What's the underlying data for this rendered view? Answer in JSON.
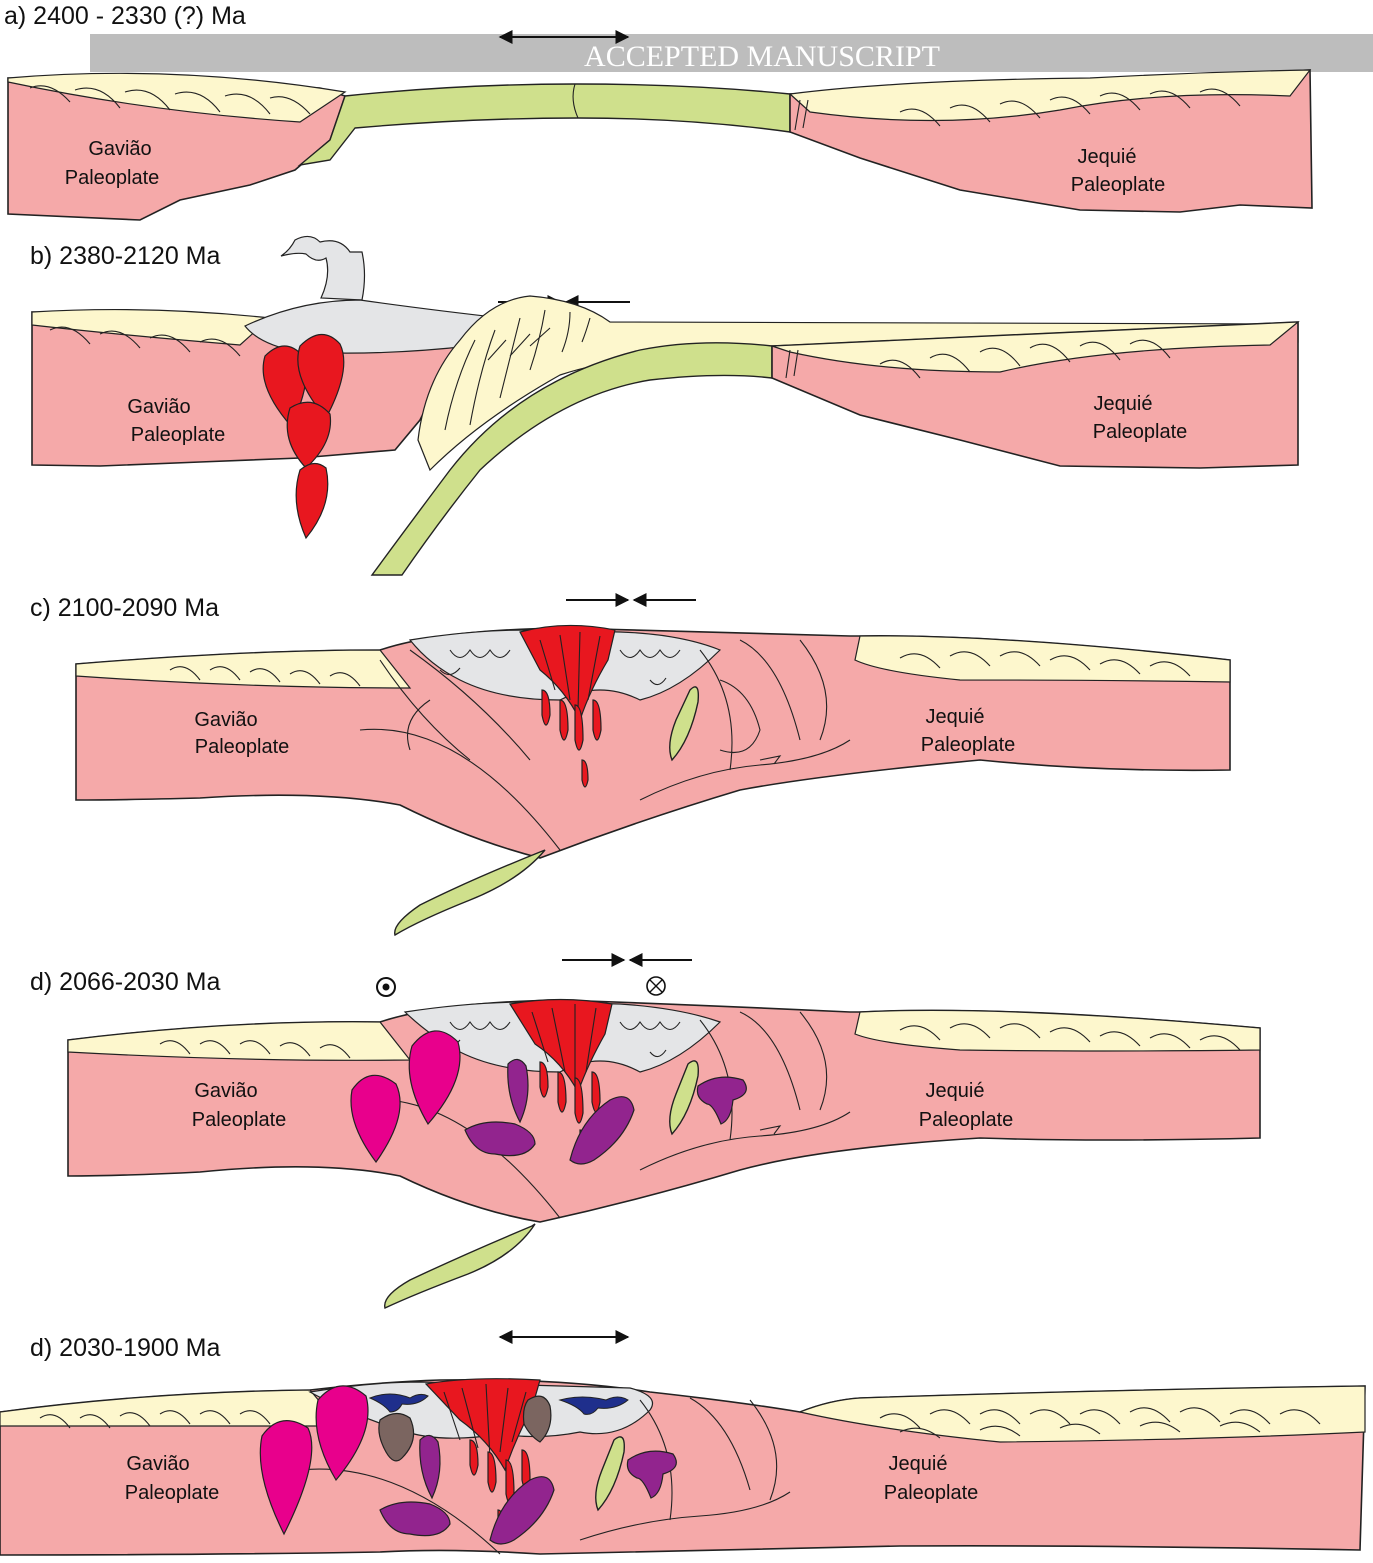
{
  "watermark": "ACCEPTED MANUSCRIPT",
  "panels": [
    {
      "id": "a",
      "title": "a) 2400 - 2330 (?)  Ma",
      "left_plate": [
        "Gavião",
        "Paleoplate"
      ],
      "right_plate": [
        "Jequié",
        "Paleoplate"
      ],
      "kinematics": "extension"
    },
    {
      "id": "b",
      "title": "b) 2380-2120  Ma",
      "left_plate": [
        "Gavião",
        "Paleoplate"
      ],
      "right_plate": [
        "Jequié",
        "Paleoplate"
      ],
      "kinematics": "convergence"
    },
    {
      "id": "c",
      "title": "c) 2100-2090 Ma",
      "left_plate": [
        "Gavião",
        "Paleoplate"
      ],
      "right_plate": [
        "Jequié",
        "Paleoplate"
      ],
      "kinematics": "convergence"
    },
    {
      "id": "d",
      "title": "d) 2066-2030 Ma",
      "left_plate": [
        "Gavião",
        "Paleoplate"
      ],
      "right_plate": [
        "Jequié",
        "Paleoplate"
      ],
      "kinematics": "convergence"
    },
    {
      "id": "e",
      "title": "d) 2030-1900 Ma",
      "left_plate": [
        "Gavião",
        "Paleoplate"
      ],
      "right_plate": [
        "Jequié",
        "Paleoplate"
      ],
      "kinematics": "extension"
    }
  ],
  "colors": {
    "continental_crust": "#f5a9a9",
    "sediments": "#fdf7cd",
    "oceanic_crust": "#cfe08c",
    "volcanics": "#e4e5e7",
    "granite_red": "#e8171f",
    "granite_magenta": "#e8008c",
    "granite_purple": "#92248e",
    "granite_brown": "#7b6560",
    "dark_blue": "#1f2f8c",
    "watermark_bar": "#bdbdbd"
  }
}
